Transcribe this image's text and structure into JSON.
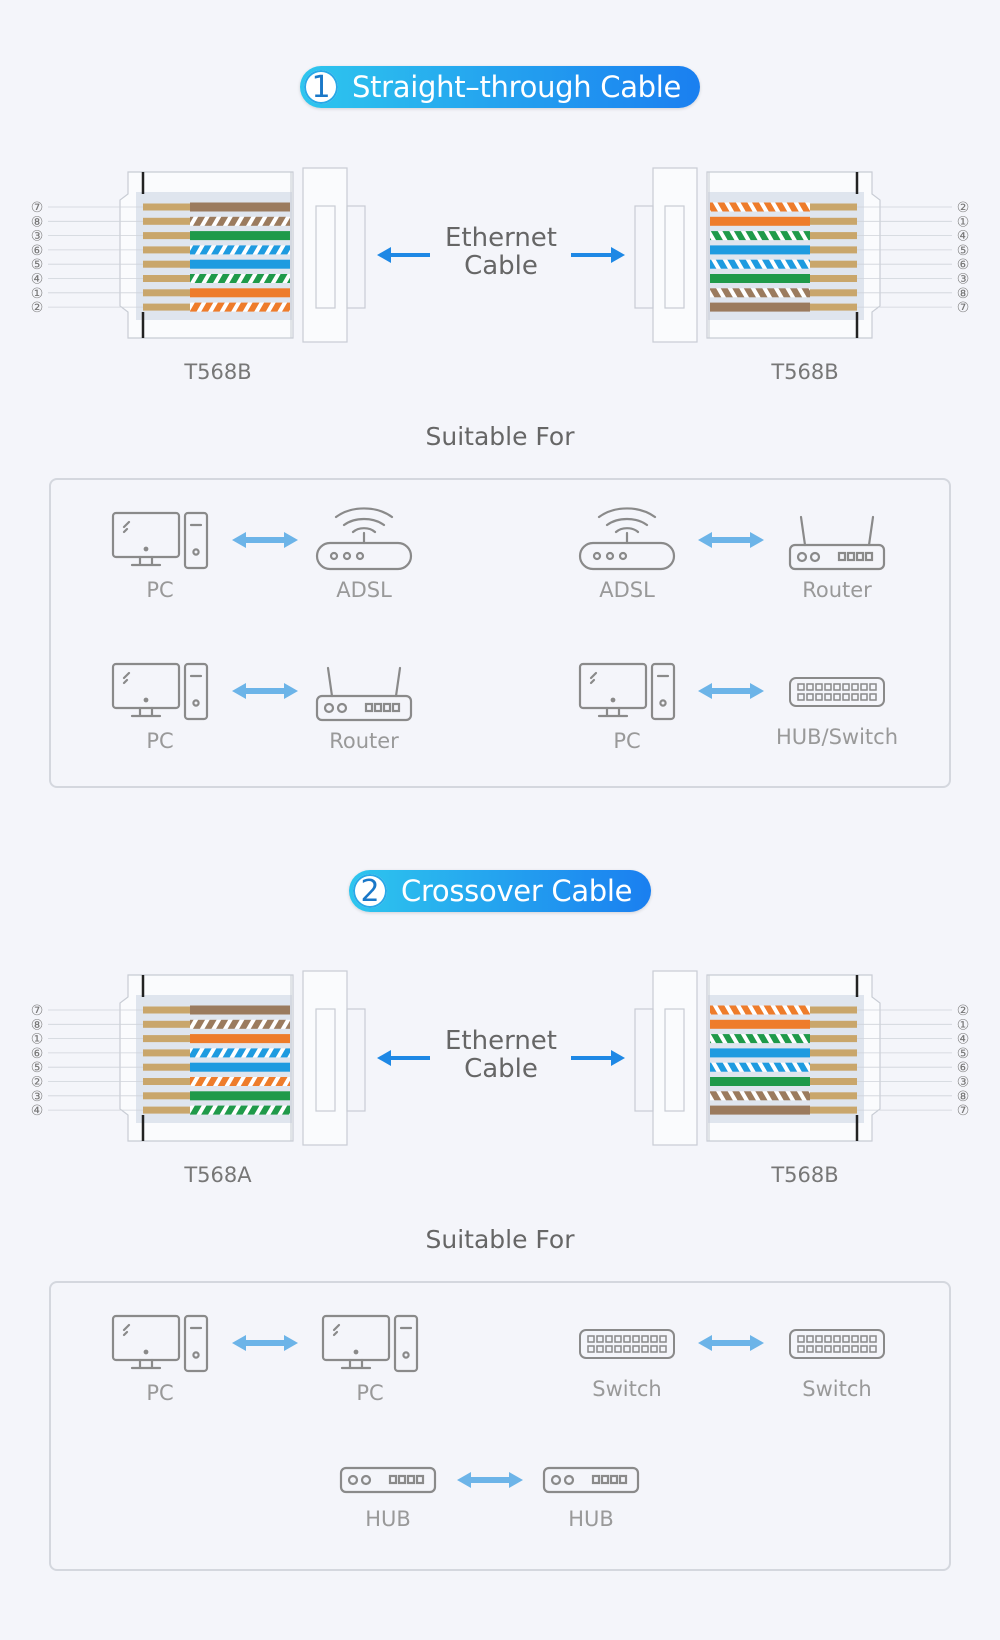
{
  "colors": {
    "accent_start": "#2ec6ee",
    "accent_end": "#1a7ff0",
    "arrow_blue": "#1e88e5",
    "device_arrow": "#6cb4e8",
    "icon_gray": "#8a8a8a"
  },
  "wire_colors": {
    "brown": "#9b7b5e",
    "green": "#1f9a4a",
    "blue": "#1e9be0",
    "orange": "#ee7c2b",
    "contact": "#c9a66b"
  },
  "sections": [
    {
      "badge_number": "1",
      "badge_title": "Straight–through Cable",
      "cable_label_line1": "Ethernet",
      "cable_label_line2": "Cable",
      "left": {
        "standard": "T568B",
        "wires": [
          {
            "pin": "⑦",
            "color": "brown",
            "striped": false
          },
          {
            "pin": "⑧",
            "color": "brown",
            "striped": true
          },
          {
            "pin": "③",
            "color": "green",
            "striped": false
          },
          {
            "pin": "⑥",
            "color": "blue",
            "striped": true
          },
          {
            "pin": "⑤",
            "color": "blue",
            "striped": false
          },
          {
            "pin": "④",
            "color": "green",
            "striped": true
          },
          {
            "pin": "①",
            "color": "orange",
            "striped": false
          },
          {
            "pin": "②",
            "color": "orange",
            "striped": true
          }
        ]
      },
      "right": {
        "standard": "T568B",
        "wires": [
          {
            "pin": "②",
            "color": "orange",
            "striped": true
          },
          {
            "pin": "①",
            "color": "orange",
            "striped": false
          },
          {
            "pin": "④",
            "color": "green",
            "striped": true
          },
          {
            "pin": "⑤",
            "color": "blue",
            "striped": false
          },
          {
            "pin": "⑥",
            "color": "blue",
            "striped": true
          },
          {
            "pin": "③",
            "color": "green",
            "striped": false
          },
          {
            "pin": "⑧",
            "color": "brown",
            "striped": true
          },
          {
            "pin": "⑦",
            "color": "brown",
            "striped": false
          }
        ]
      },
      "suitable_for": "Suitable For",
      "devices": [
        "PC",
        "ADSL",
        "ADSL",
        "Router",
        "PC",
        "Router",
        "PC",
        "HUB/Switch"
      ]
    },
    {
      "badge_number": "2",
      "badge_title": "Crossover Cable",
      "cable_label_line1": "Ethernet",
      "cable_label_line2": "Cable",
      "left": {
        "standard": "T568A",
        "wires": [
          {
            "pin": "⑦",
            "color": "brown",
            "striped": false
          },
          {
            "pin": "⑧",
            "color": "brown",
            "striped": true
          },
          {
            "pin": "①",
            "color": "orange",
            "striped": false
          },
          {
            "pin": "⑥",
            "color": "blue",
            "striped": true
          },
          {
            "pin": "⑤",
            "color": "blue",
            "striped": false
          },
          {
            "pin": "②",
            "color": "orange",
            "striped": true
          },
          {
            "pin": "③",
            "color": "green",
            "striped": false
          },
          {
            "pin": "④",
            "color": "green",
            "striped": true
          }
        ]
      },
      "right": {
        "standard": "T568B",
        "wires": [
          {
            "pin": "②",
            "color": "orange",
            "striped": true
          },
          {
            "pin": "①",
            "color": "orange",
            "striped": false
          },
          {
            "pin": "④",
            "color": "green",
            "striped": true
          },
          {
            "pin": "⑤",
            "color": "blue",
            "striped": false
          },
          {
            "pin": "⑥",
            "color": "blue",
            "striped": true
          },
          {
            "pin": "③",
            "color": "green",
            "striped": false
          },
          {
            "pin": "⑧",
            "color": "brown",
            "striped": true
          },
          {
            "pin": "⑦",
            "color": "brown",
            "striped": false
          }
        ]
      },
      "suitable_for": "Suitable For",
      "devices": [
        "PC",
        "PC",
        "Switch",
        "Switch",
        "HUB",
        "HUB"
      ]
    }
  ]
}
